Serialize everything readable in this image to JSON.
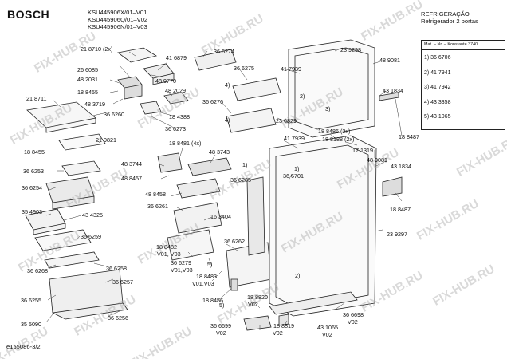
{
  "header": {
    "brand": "BOSCH",
    "models": [
      "KSU445906X/01–V01",
      "KSU445906Q/01–V02",
      "KSU445906N/01–V03"
    ],
    "category": "REFRIGERAÇÃO",
    "subcategory": "Refrigerador 2 portas"
  },
  "legend": {
    "heading": "Mat. – Nr. – Konstante 3740",
    "rows": [
      "1) 36 6706",
      "2) 41 7941",
      "3) 41 7942",
      "4) 43 3358",
      "5) 43 1065"
    ]
  },
  "watermarks": [
    "FIX-HUB.RU",
    "FIX-HUB.RU",
    "FIX-HUB.RU",
    "FIX-HUB.RU",
    "FIX-HUB.RU",
    "FIX-HUB.RU",
    "FIX-HUB.RU",
    "FIX-HUB.RU",
    "FIX-HUB.RU",
    "FIX-HUB.RU",
    "FIX-HUB.RU",
    "FIX-HUB.RU",
    "FIX-HUB.RU",
    "FIX-HUB.RU",
    "FIX-HUB.RU",
    "FIX-HUB.RU",
    "FIX-HUB.RU",
    "FIX-HUB.RU",
    "FIX-HUB.RU",
    "FIX-HUB.RU",
    "FIX-HUB.RU"
  ],
  "callout_numbers": [
    "1)",
    "2)",
    "3)",
    "4)",
    "4)",
    "1)",
    "2)",
    "5)",
    "5)"
  ],
  "part_labels": [
    "21 8710 (2x)",
    "26 6085",
    "41 6879",
    "48 2031",
    "48 9770",
    "18 8455",
    "48 3719",
    "48 2029",
    "21 8711",
    "36 6260",
    "18 4388",
    "36 6273",
    "36 6274",
    "36 6275",
    "36 6276",
    "41 7939",
    "23 9298",
    "48 9081",
    "43 1834",
    "23 6829",
    "18 8487",
    "18 8455",
    "21 9821",
    "36 6253",
    "36 6254",
    "35 4903",
    "43 4325",
    "36 6259",
    "36 6268",
    "36 6258",
    "36 6257",
    "36 6255",
    "35 5090",
    "36 6256",
    "18 8481 (4x)",
    "48 3743",
    "48 3744",
    "48 8457",
    "48 8458",
    "36 6285",
    "36 6261",
    "16 3404",
    "36 6262",
    "18 8482",
    "V01, V03",
    "36 6279",
    "V01,V03",
    "18 8483",
    "V01,V03",
    "18 8456",
    "41 7939",
    "18 8486 (2x)",
    "18 8188 (2x)",
    "17 1319",
    "48 9081",
    "43 1834",
    "36 6701",
    "18 8487",
    "23 9297",
    "18 8820",
    "V02",
    "36 6699",
    "V02",
    "18 8819",
    "V02",
    "36 6698",
    "V02",
    "43 1065",
    "V02"
  ],
  "footer": {
    "drawing_id": "e155086-3/2"
  }
}
